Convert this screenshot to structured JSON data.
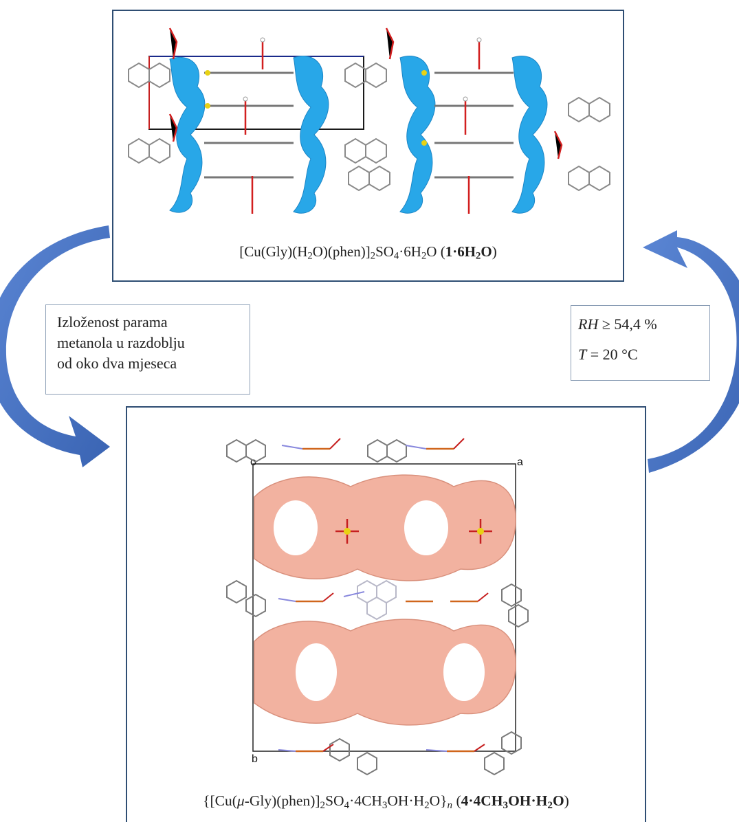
{
  "top_structure": {
    "formula": "[Cu(Gly)(H",
    "f2": "2",
    "f3": "O)(phen)]",
    "f4": "2",
    "f5": "SO",
    "f6": "4",
    "f7": "·6H",
    "f8": "2",
    "f9": "O (",
    "label": "1·6H",
    "label_sub": "2",
    "label_end": "O",
    "close": ")"
  },
  "bottom_structure": {
    "p1": "{[Cu(",
    "mu": "μ",
    "p2": "-Gly)(phen)]",
    "s1": "2",
    "p3": "SO",
    "s2": "4",
    "p4": "·4CH",
    "s3": "3",
    "p5": "OH·H",
    "s4": "2",
    "p6": "O}",
    "n": "n",
    "p7": " (",
    "label": "4·4CH",
    "label_s1": "3",
    "label_mid": "OH·H",
    "label_s2": "2",
    "label_end": "O",
    "close": ")",
    "axis_origin": "o",
    "axis_a": "a",
    "axis_b": "b"
  },
  "left_condition": {
    "line1": "Izloženost parama",
    "line2": "metanola u razdoblju",
    "line3": "od oko dva mjeseca"
  },
  "right_condition": {
    "rh_symbol": "RH",
    "rh_value": " ≥ 54,4 %",
    "t_symbol": "T",
    "t_value": " = 20 °C"
  },
  "colors": {
    "panel_border": "#2f4e73",
    "arrow": "#4472c4",
    "void_blue": "#28a7e8",
    "void_salmon": "#f2b2a0"
  }
}
